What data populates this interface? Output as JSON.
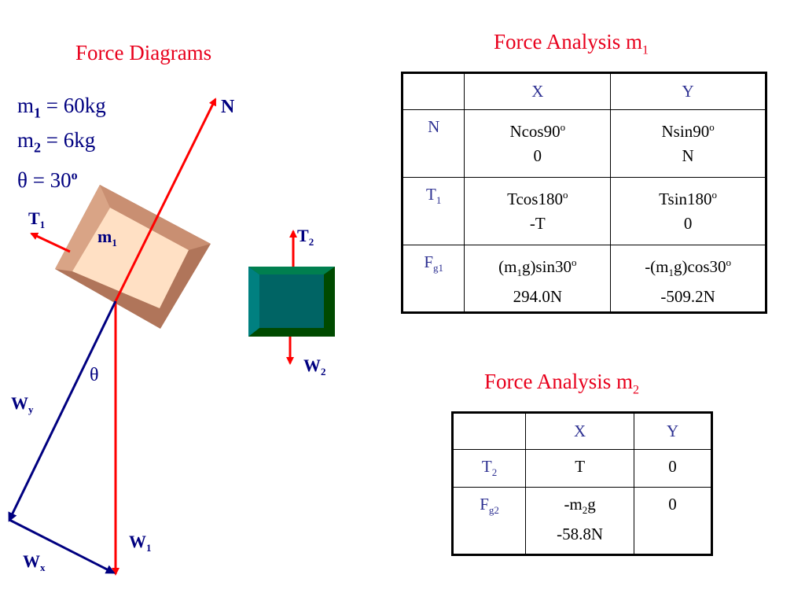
{
  "diagram": {
    "title": "Force Diagrams",
    "given": {
      "m1_label": "m",
      "m1_sub": "1",
      "m1_value": " = 60kg",
      "m2_label": "m",
      "m2_sub": "2",
      "m2_value": " = 6kg",
      "theta_label": "θ",
      "theta_value": " = 30",
      "theta_unit": "o"
    },
    "labels": {
      "N": "N",
      "T1": "T",
      "T1_sub": "1",
      "m1": "m",
      "m1_sub": "1",
      "T2": "T",
      "T2_sub": "2",
      "W2": "W",
      "W2_sub": "2",
      "theta": "θ",
      "Wy": "W",
      "Wy_sub": "y",
      "W1": "W",
      "W1_sub": "1",
      "Wx": "W",
      "Wx_sub": "x"
    },
    "colors": {
      "red": "#ff0000",
      "navy": "#000080",
      "block1_face": "#ffe0c4",
      "block1_bevel": "#b0755a",
      "block2_face": "#006464",
      "block2_bevel": "#004a00"
    }
  },
  "analysis_m1": {
    "title": "Force Analysis m",
    "title_sub": "1",
    "headers": [
      "",
      "X",
      "Y"
    ],
    "rows": [
      {
        "force": "N",
        "force_sub": "",
        "x_expr": "Ncos90",
        "x_sup": "o",
        "x_val": "0",
        "y_expr": "Nsin90",
        "y_sup": "o",
        "y_val": "N"
      },
      {
        "force": "T",
        "force_sub": "1",
        "x_expr": "Tcos180",
        "x_sup": "o",
        "x_val": "-T",
        "y_expr": "Tsin180",
        "y_sup": "o",
        "y_val": "0"
      },
      {
        "force": "F",
        "force_sub": "g1",
        "x_expr_a": "(m",
        "x_expr_sub": "1",
        "x_expr_b": "g)sin30",
        "x_sup": "o",
        "x_val": "294.0N",
        "y_expr_a": "-(m",
        "y_expr_sub": "1",
        "y_expr_b": "g)cos30",
        "y_sup": "o",
        "y_val": "-509.2N"
      }
    ]
  },
  "analysis_m2": {
    "title": "Force Analysis m",
    "title_sub": "2",
    "headers": [
      "",
      "X",
      "Y"
    ],
    "rows": [
      {
        "force": "T",
        "force_sub": "2",
        "x_val": "T",
        "y_val": "0"
      },
      {
        "force": "F",
        "force_sub": "g2",
        "x_expr_a": "-m",
        "x_expr_sub": "2",
        "x_expr_b": "g",
        "x_val": "-58.8N",
        "y_val": "0"
      }
    ]
  }
}
